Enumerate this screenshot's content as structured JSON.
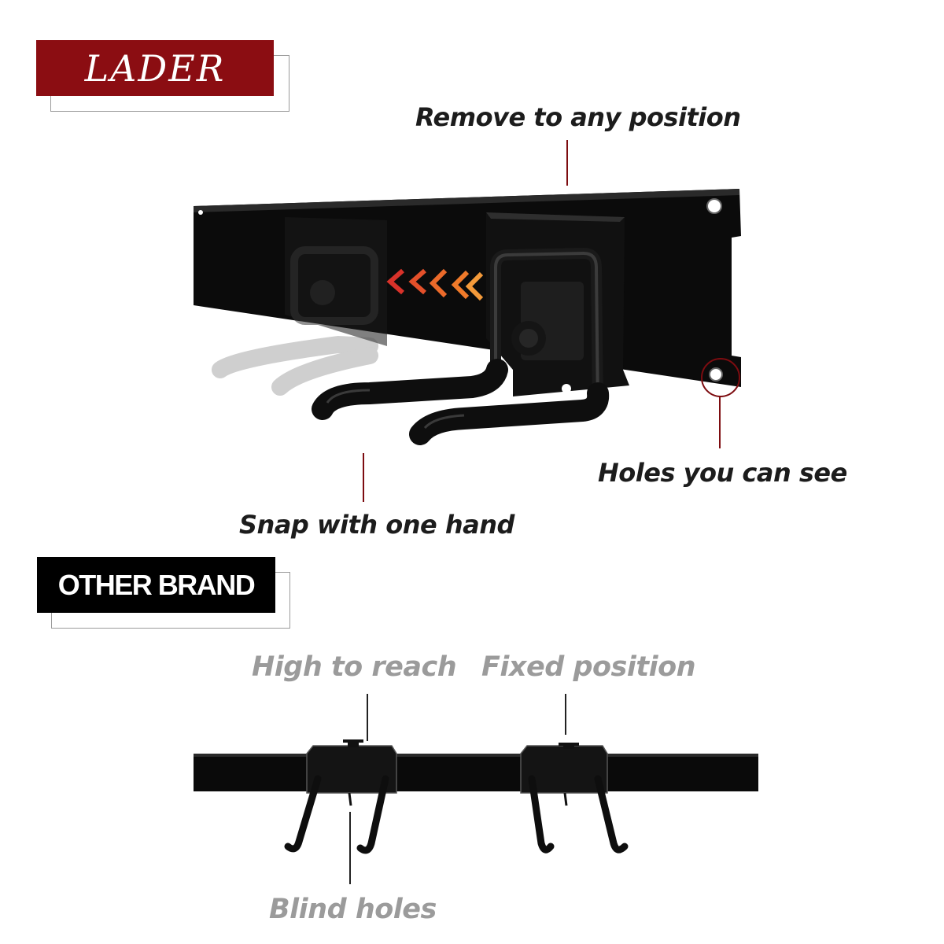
{
  "lader": {
    "brand": "LADER"
  },
  "other": {
    "brand": "OTHER BRAND"
  },
  "callouts": {
    "remove": "Remove to any position",
    "holes": "Holes you can see",
    "snap": "Snap with one hand",
    "high": "High to reach",
    "fixed": "Fixed position",
    "blind": "Blind holes"
  },
  "colors": {
    "brand_red": "#8b0d12",
    "callout_red": "#7d0c10",
    "grey_text": "#9b9b9b",
    "product_black": "#0a0a0a",
    "arrow_orange": "#f07a2a"
  },
  "icons": [
    "chevron-left-arrows-icon"
  ]
}
